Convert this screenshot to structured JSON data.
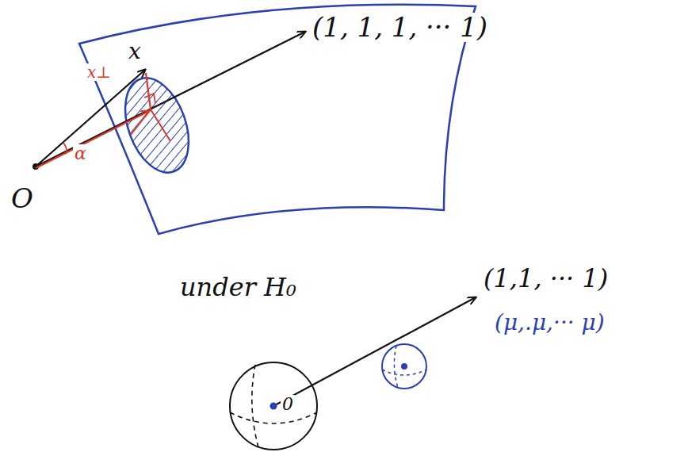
{
  "diagram": {
    "labels": [
      "(1, 1, 1, ··· 1)",
      "x",
      "O",
      "α",
      "x⊥",
      "under H₀",
      "(1,1, ··· 1)",
      "(μ,.μ,··· μ)",
      "0"
    ]
  }
}
